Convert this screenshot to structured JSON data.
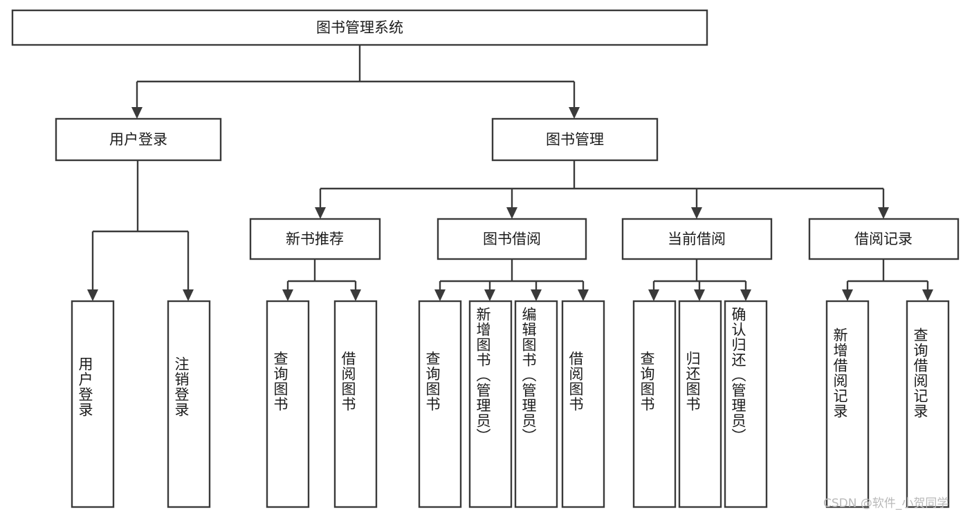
{
  "diagram": {
    "title": "图书管理系统",
    "type": "tree",
    "levels": {
      "root": {
        "label": "图书管理系统"
      },
      "level1": [
        {
          "label": "用户登录"
        },
        {
          "label": "图书管理"
        }
      ],
      "level2": [
        {
          "label": "新书推荐"
        },
        {
          "label": "图书借阅"
        },
        {
          "label": "当前借阅"
        },
        {
          "label": "借阅记录"
        }
      ],
      "leaves_user_login": [
        {
          "label": "用户登录"
        },
        {
          "label": "注销登录"
        }
      ],
      "leaves_new_book": [
        {
          "label": "查询图书"
        },
        {
          "label": "借阅图书"
        }
      ],
      "leaves_borrow": [
        {
          "label": "查询图书"
        },
        {
          "label": "新增图书（管理员）"
        },
        {
          "label": "编辑图书（管理员）"
        },
        {
          "label": "借阅图书"
        }
      ],
      "leaves_current": [
        {
          "label": "查询图书"
        },
        {
          "label": "归还图书"
        },
        {
          "label": "确认归还（管理员）"
        }
      ],
      "leaves_records": [
        {
          "label": "新增借阅记录"
        },
        {
          "label": "查询借阅记录"
        }
      ]
    },
    "colors": {
      "stroke": "#3a3a3a",
      "fill": "#ffffff",
      "text": "#1b1b1b",
      "watermark": "#b9b9b9"
    }
  },
  "watermark": {
    "text": "CSDN @软件_小贺同学"
  }
}
